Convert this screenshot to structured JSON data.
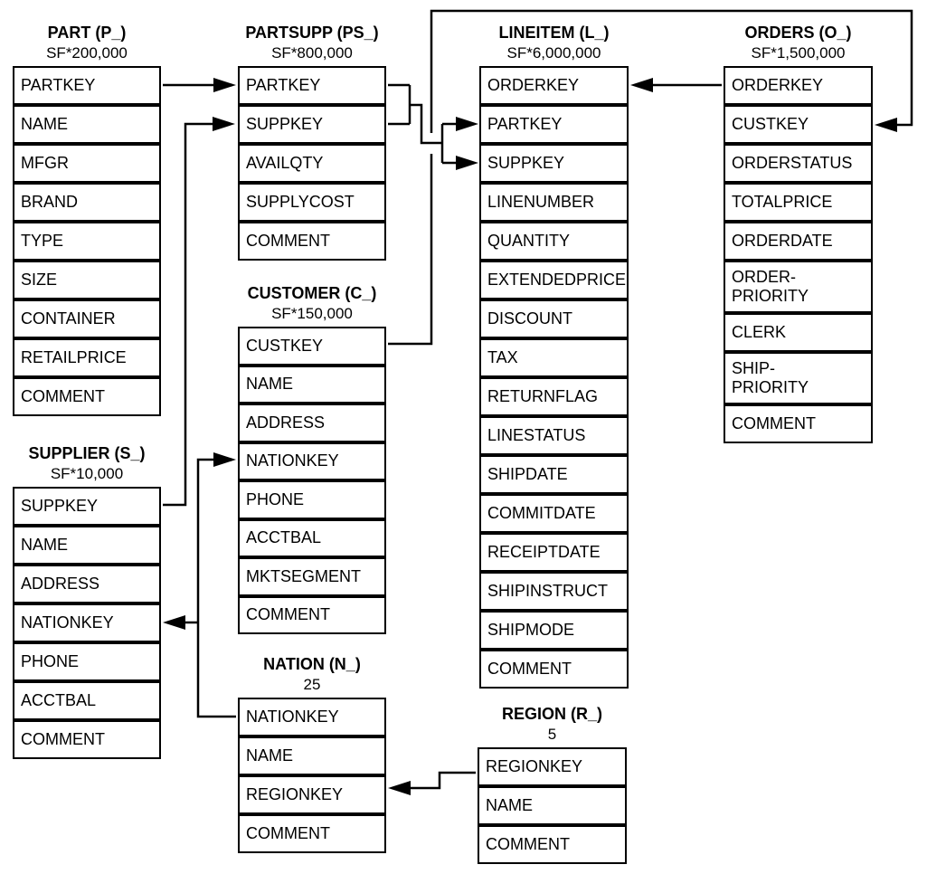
{
  "diagram": {
    "colors": {
      "line": "#000000",
      "background": "#ffffff",
      "text": "#000000"
    },
    "tables": {
      "part": {
        "title": "PART (P_)",
        "cardinality": "SF*200,000",
        "fields": [
          "PARTKEY",
          "NAME",
          "MFGR",
          "BRAND",
          "TYPE",
          "SIZE",
          "CONTAINER",
          "RETAILPRICE",
          "COMMENT"
        ]
      },
      "partsupp": {
        "title": "PARTSUPP (PS_)",
        "cardinality": "SF*800,000",
        "fields": [
          "PARTKEY",
          "SUPPKEY",
          "AVAILQTY",
          "SUPPLYCOST",
          "COMMENT"
        ]
      },
      "lineitem": {
        "title": "LINEITEM (L_)",
        "cardinality": "SF*6,000,000",
        "fields": [
          "ORDERKEY",
          "PARTKEY",
          "SUPPKEY",
          "LINENUMBER",
          "QUANTITY",
          "EXTENDEDPRICE",
          "DISCOUNT",
          "TAX",
          "RETURNFLAG",
          "LINESTATUS",
          "SHIPDATE",
          "COMMITDATE",
          "RECEIPTDATE",
          "SHIPINSTRUCT",
          "SHIPMODE",
          "COMMENT"
        ]
      },
      "orders": {
        "title": "ORDERS (O_)",
        "cardinality": "SF*1,500,000",
        "fields": [
          "ORDERKEY",
          "CUSTKEY",
          "ORDERSTATUS",
          "TOTALPRICE",
          "ORDERDATE",
          "ORDER-\nPRIORITY",
          "CLERK",
          "SHIP-\nPRIORITY",
          "COMMENT"
        ]
      },
      "customer": {
        "title": "CUSTOMER (C_)",
        "cardinality": "SF*150,000",
        "fields": [
          "CUSTKEY",
          "NAME",
          "ADDRESS",
          "NATIONKEY",
          "PHONE",
          "ACCTBAL",
          "MKTSEGMENT",
          "COMMENT"
        ]
      },
      "supplier": {
        "title": "SUPPLIER (S_)",
        "cardinality": "SF*10,000",
        "fields": [
          "SUPPKEY",
          "NAME",
          "ADDRESS",
          "NATIONKEY",
          "PHONE",
          "ACCTBAL",
          "COMMENT"
        ]
      },
      "nation": {
        "title": "NATION (N_)",
        "cardinality": "25",
        "fields": [
          "NATIONKEY",
          "NAME",
          "REGIONKEY",
          "COMMENT"
        ]
      },
      "region": {
        "title": "REGION (R_)",
        "cardinality": "5",
        "fields": [
          "REGIONKEY",
          "NAME",
          "COMMENT"
        ]
      }
    },
    "relationships": [
      {
        "from": "PART.PARTKEY",
        "to": "PARTSUPP.PARTKEY"
      },
      {
        "from": "SUPPLIER.SUPPKEY",
        "to": "PARTSUPP.SUPPKEY"
      },
      {
        "from": "PARTSUPP.PARTKEY",
        "to": "LINEITEM.PARTKEY"
      },
      {
        "from": "PARTSUPP.SUPPKEY",
        "to": "LINEITEM.SUPPKEY"
      },
      {
        "from": "ORDERS.ORDERKEY",
        "to": "LINEITEM.ORDERKEY"
      },
      {
        "from": "CUSTOMER.CUSTKEY",
        "to": "ORDERS.CUSTKEY"
      },
      {
        "from": "NATION.NATIONKEY",
        "to": "CUSTOMER.NATIONKEY"
      },
      {
        "from": "NATION.NATIONKEY",
        "to": "SUPPLIER.NATIONKEY"
      },
      {
        "from": "REGION.REGIONKEY",
        "to": "NATION.REGIONKEY"
      }
    ]
  }
}
